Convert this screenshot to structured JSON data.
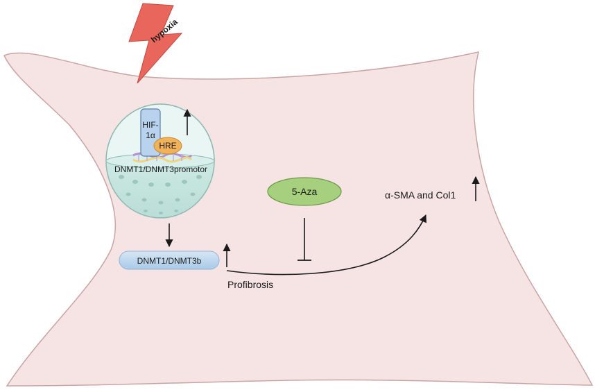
{
  "labels": {
    "hypoxia": "hypoxia",
    "hif_line1": "HIF-",
    "hif_line2": "1α",
    "hre": "HRE",
    "promoter": "DNMT1/DNMT3promotor",
    "dnmt": "DNMT1/DNMT3b",
    "aza": "5-Aza",
    "sma": "α-SMA and Col1",
    "profibrosis": "Profibrosis"
  },
  "colors": {
    "cell_fill": "#f6e3e3",
    "cell_stroke": "#c9a4a4",
    "lightning": "#e8665c",
    "nucleus": "#cfe9e4",
    "nucleus_stroke": "#8fb9b2",
    "hif": "#b9d3ef",
    "hre": "#f2b25a",
    "dnmt_pill": "#bfd8ee",
    "aza": "#a6cf7e",
    "dna_purple": "#b48fd6",
    "dna_yellow": "#f2d37a"
  }
}
